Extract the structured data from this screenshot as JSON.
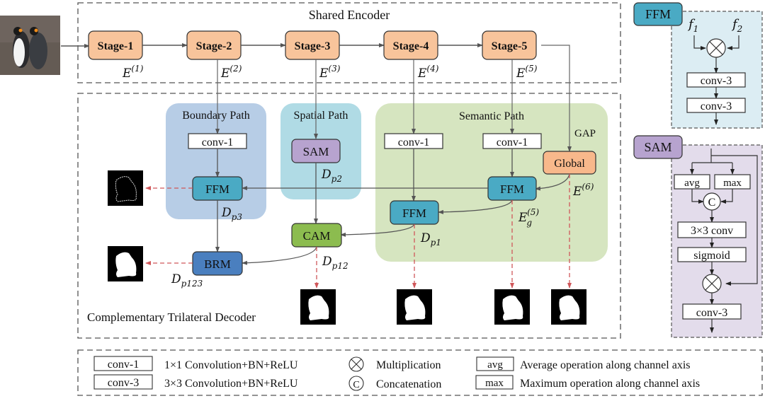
{
  "encoder": {
    "title": "Shared Encoder",
    "stages": [
      "Stage-1",
      "Stage-2",
      "Stage-3",
      "Stage-4",
      "Stage-5"
    ],
    "features": [
      "E",
      "E",
      "E",
      "E",
      "E"
    ],
    "feature_sups": [
      "(1)",
      "(2)",
      "(3)",
      "(4)",
      "(5)"
    ]
  },
  "decoder": {
    "title": "Complementary Trilateral Decoder",
    "boundary_path": {
      "title": "Boundary Path",
      "conv": "conv-1",
      "ffm": "FFM",
      "out_base": "D",
      "out_sub": "p3"
    },
    "spatial_path": {
      "title": "Spatial Path",
      "sam": "SAM",
      "out_base": "D",
      "out_sub": "p2"
    },
    "semantic_path": {
      "title": "Semantic Path",
      "conv_a": "conv-1",
      "conv_b": "conv-1",
      "gap": "GAP",
      "global": "Global",
      "ffm_a": "FFM",
      "ffm_b": "FFM",
      "e6_base": "E",
      "e6_sup": "(6)",
      "eg_base": "E",
      "eg_sub": "g",
      "eg_sup": "(5)",
      "dp1_base": "D",
      "dp1_sub": "p1"
    },
    "cam": "CAM",
    "dp12_base": "D",
    "dp12_sub": "p12",
    "brm": "BRM",
    "dp123_base": "D",
    "dp123_sub": "p123"
  },
  "ffm_detail": {
    "title": "FFM",
    "inputs": [
      {
        "base": "f",
        "sub": "1"
      },
      {
        "base": "f",
        "sub": "2"
      }
    ],
    "ops": [
      "conv-3",
      "conv-3"
    ]
  },
  "sam_detail": {
    "title": "SAM",
    "branch_a": "avg",
    "branch_b": "max",
    "concat": "C",
    "ops": [
      "3×3 conv",
      "sigmoid",
      "conv-3"
    ]
  },
  "legend": {
    "items": [
      {
        "symbol": "conv-1",
        "desc": "1×1 Convolution+BN+ReLU"
      },
      {
        "symbol": "conv-3",
        "desc": "3×3 Convolution+BN+ReLU"
      },
      {
        "symbol": "⊗",
        "desc": "Multiplication"
      },
      {
        "symbol": "C",
        "desc": "Concatenation"
      },
      {
        "symbol": "avg",
        "desc": "Average  operation along channel axis"
      },
      {
        "symbol": "max",
        "desc": "Maximum operation along channel axis"
      }
    ]
  },
  "colors": {
    "stage": "#f8c49b",
    "ffm": "#4aaac4",
    "sam": "#b7a3cf",
    "cam": "#8cbc4f",
    "brm": "#4a7fbf",
    "global": "#f8b88b",
    "boundary_bg": "#b7cde6",
    "spatial_bg": "#b0dbe5",
    "semantic_bg": "#d6e5c0",
    "ffm_panel": "#dcedf3",
    "sam_panel": "#e3dceb",
    "pred_arrow": "#d0575a"
  }
}
